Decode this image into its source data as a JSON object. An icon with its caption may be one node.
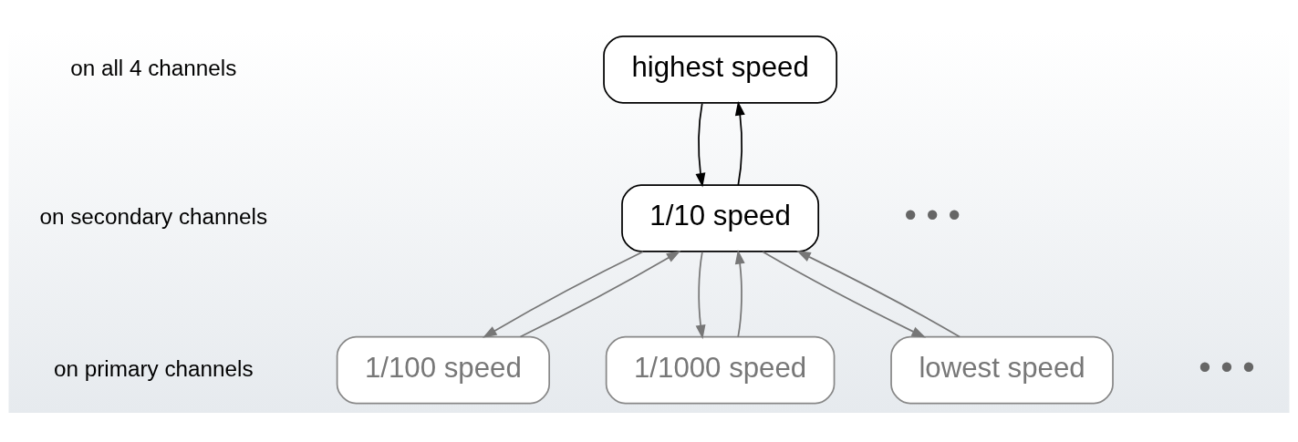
{
  "diagram": {
    "nodes": [
      {
        "text": [
          "highest speed"
        ]
      },
      {
        "text": [
          "1/10 speed"
        ]
      },
      {
        "text": [
          "1/100 speed"
        ]
      },
      {
        "text": [
          "1/1000 speed"
        ]
      },
      {
        "text": [
          "lowest speed"
        ]
      }
    ],
    "edges": [
      {
        "from": 0,
        "to": 1,
        "arrow": "to",
        "color": "#000000"
      },
      {
        "from": 1,
        "to": 0,
        "arrow": "to",
        "color": "#000000"
      },
      {
        "from": 1,
        "to": 2,
        "arrow": "to"
      },
      {
        "from": 2,
        "to": 1,
        "arrow": "to"
      },
      {
        "from": 1,
        "to": 3,
        "arrow": "to"
      },
      {
        "from": 3,
        "to": 1,
        "arrow": "to"
      },
      {
        "from": 1,
        "to": 4,
        "arrow": "to"
      },
      {
        "from": 4,
        "to": 1,
        "arrow": "to"
      }
    ],
    "labels": [
      "on all 4 channels",
      "on secondary channels",
      "• • •",
      "on primary channels",
      "• • •"
    ]
  }
}
